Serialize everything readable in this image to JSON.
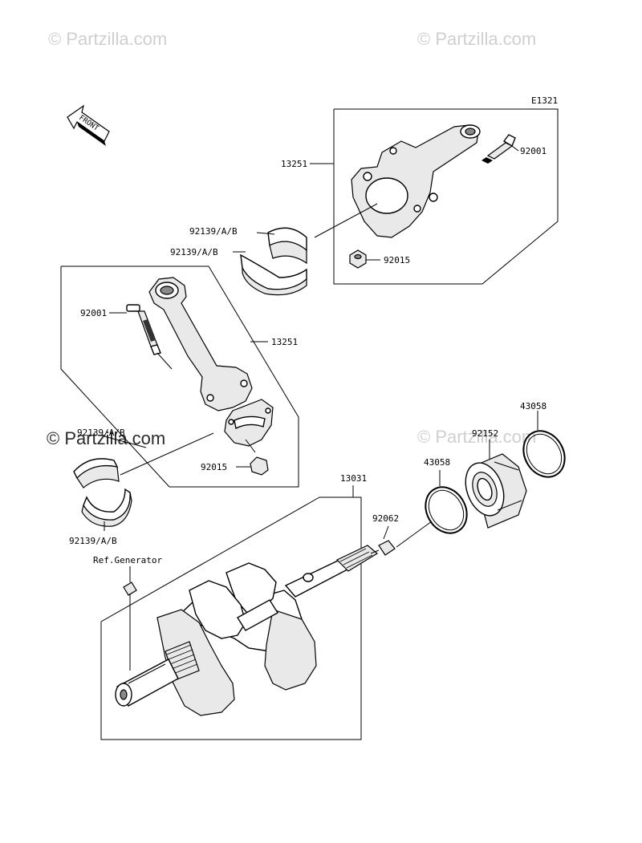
{
  "diagram": {
    "code": "E1321",
    "front_label": "FRONT",
    "watermarks": [
      "© Partzilla.com",
      "© Partzilla.com",
      "© Partzilla.com",
      "© Partzilla.com"
    ],
    "watermark_main": "© Partzilla.com",
    "labels": {
      "upper_rod_assy": "13251",
      "upper_bolt": "92001",
      "upper_bearing_a": "92139/A/B",
      "upper_bearing_b": "92139/A/B",
      "upper_nut": "92015",
      "lower_bolt": "92001",
      "lower_rod_assy": "13251",
      "lower_bearing_a": "92139/A/B",
      "lower_nut": "92015",
      "lower_bearing_b": "92139/A/B",
      "crankshaft": "13031",
      "plug": "92062",
      "ref_generator": "Ref.Generator",
      "bearing": "92152",
      "circlip_inner": "43058",
      "circlip_outer": "43058"
    }
  }
}
